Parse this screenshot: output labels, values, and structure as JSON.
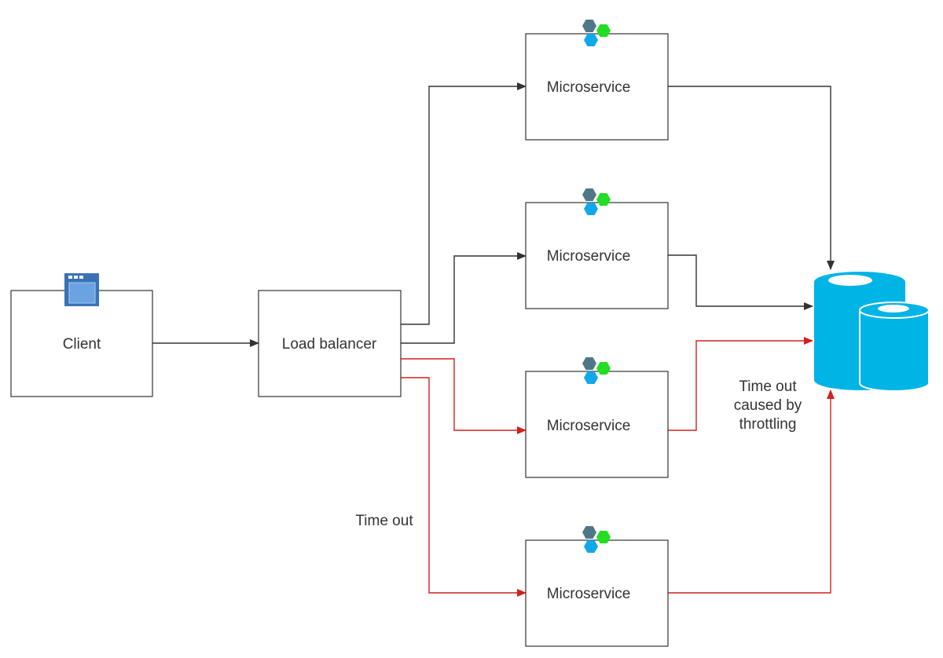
{
  "client": {
    "label": "Client",
    "icon": "window-icon"
  },
  "load_balancer": {
    "label": "Load balancer"
  },
  "microservices": [
    {
      "label": "Microservice",
      "icon": "hexagon-cluster-icon"
    },
    {
      "label": "Microservice",
      "icon": "hexagon-cluster-icon"
    },
    {
      "label": "Microservice",
      "icon": "hexagon-cluster-icon"
    },
    {
      "label": "Microservice",
      "icon": "hexagon-cluster-icon"
    }
  ],
  "database": {
    "icon": "database-icon"
  },
  "annotations": {
    "time_out": "Time out",
    "throttling_line1": "Time out",
    "throttling_line2": "caused by",
    "throttling_line3": "throttling"
  },
  "colors": {
    "line": "#333333",
    "error_line": "#d42020",
    "db_fill": "#00b4e6",
    "db_top": "#7fd9f2",
    "hex_slate": "#4f7787",
    "hex_green": "#22dd22",
    "hex_blue": "#11a8ea",
    "window_blue": "#3a72b5"
  }
}
